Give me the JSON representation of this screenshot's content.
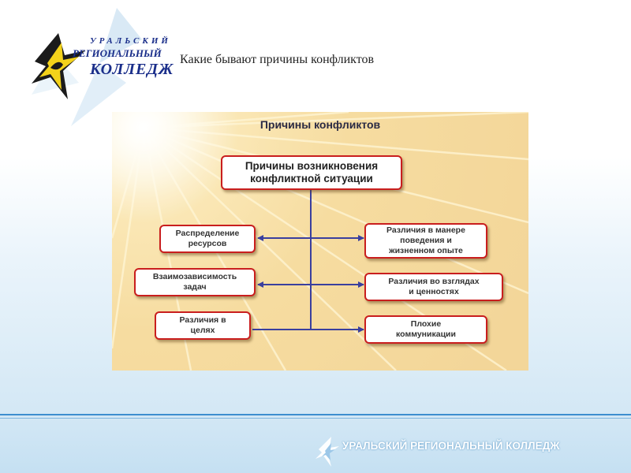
{
  "header": {
    "logo": {
      "line1": "УРАЛЬСКИЙ",
      "line2": "РЕГИОНАЛЬНЫЙ",
      "line3": "КОЛЛЕДЖ"
    },
    "title": "Какие бывают причины конфликтов"
  },
  "diagram": {
    "title": "Причины конфликтов",
    "root": {
      "line1": "Причины возникновения",
      "line2": "конфликтной ситуации"
    },
    "left": [
      {
        "line1": "Распределение",
        "line2": "ресурсов"
      },
      {
        "line1": "Взаимозависимость",
        "line2": "задач"
      },
      {
        "line1": "Различия в",
        "line2": "целях"
      }
    ],
    "right": [
      {
        "line1": "Различия в манере",
        "line2": "поведения и",
        "line3": "жизненном опыте"
      },
      {
        "line1": "Различия во взглядах",
        "line2": "и ценностях"
      },
      {
        "line1": "Плохие",
        "line2": "коммуникации"
      }
    ],
    "colors": {
      "box_border": "#c91e1e",
      "connector": "#3a3f9e",
      "panel_bg": "#f6dca0"
    }
  },
  "footer": {
    "text": "УРАЛЬСКИЙ РЕГИОНАЛЬНЫЙ КОЛЛЕДЖ"
  }
}
